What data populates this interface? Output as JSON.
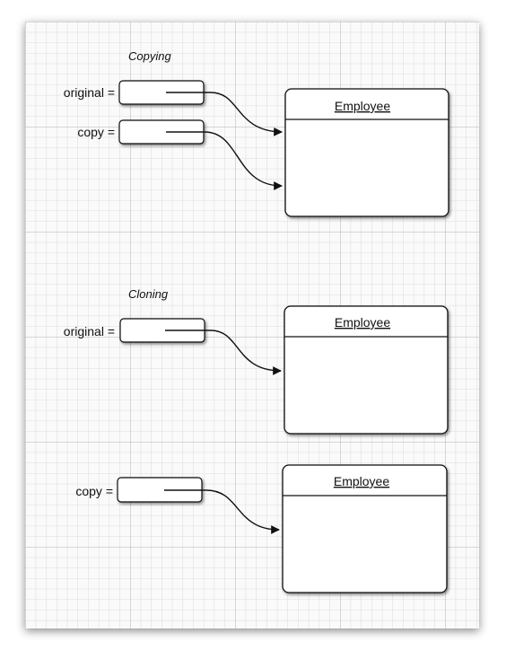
{
  "diagram": {
    "sections": [
      {
        "heading": "Copying",
        "variables": [
          "original =",
          "copy ="
        ],
        "objects": [
          "Employee"
        ]
      },
      {
        "heading": "Cloning",
        "variables": [
          "original =",
          "copy ="
        ],
        "objects": [
          "Employee",
          "Employee"
        ]
      }
    ]
  },
  "colors": {
    "paper": "#fafafa",
    "grid_minor": "#d4d4d4",
    "grid_major": "#b3b3b3",
    "stroke": "#111111",
    "box_fill": "#ffffff"
  }
}
